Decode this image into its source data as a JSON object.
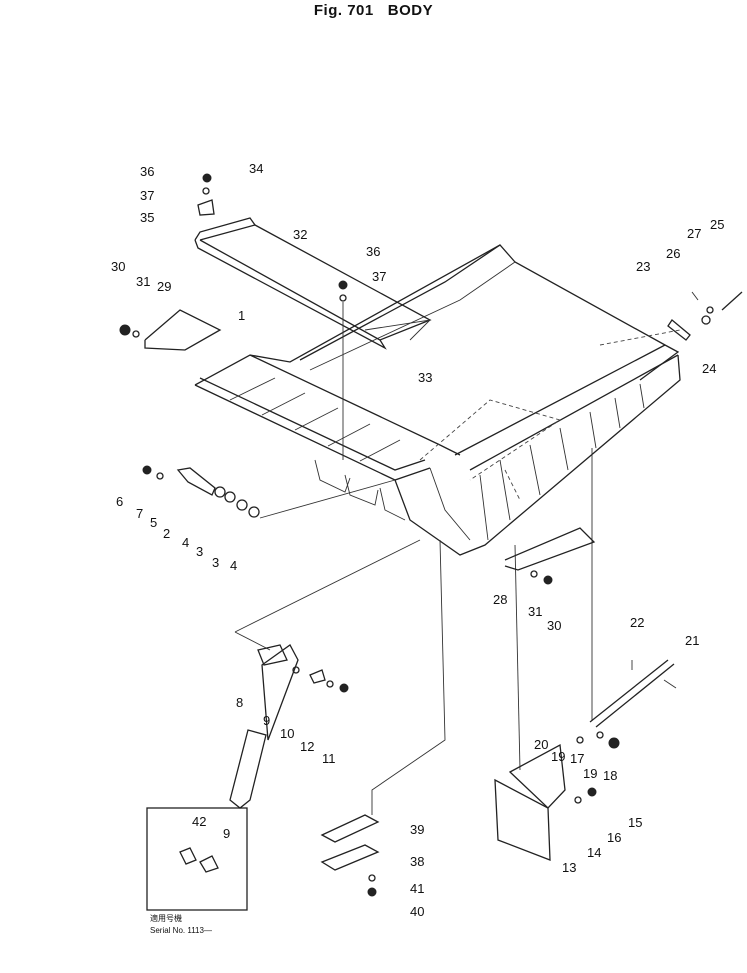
{
  "figure": {
    "number": "Fig. 701",
    "title": "BODY"
  },
  "callouts": [
    "1",
    "2",
    "3",
    "3",
    "4",
    "4",
    "5",
    "6",
    "7",
    "8",
    "9",
    "9",
    "10",
    "11",
    "12",
    "13",
    "14",
    "15",
    "16",
    "17",
    "18",
    "19",
    "19",
    "20",
    "21",
    "22",
    "23",
    "24",
    "25",
    "26",
    "27",
    "28",
    "29",
    "30",
    "30",
    "31",
    "31",
    "32",
    "33",
    "34",
    "35",
    "36",
    "36",
    "37",
    "37",
    "38",
    "39",
    "40",
    "41",
    "42"
  ],
  "inset": {
    "callouts": [
      "42",
      "9"
    ],
    "applicability_label": "適用号機",
    "serial_text": "Serial No. 1113—"
  }
}
